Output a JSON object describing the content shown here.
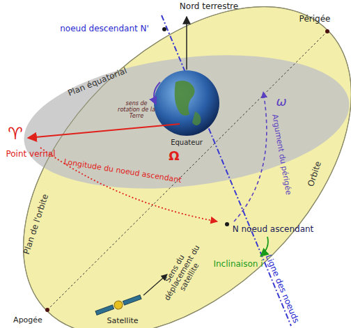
{
  "diagram": {
    "labels": [
      "Nord terrestre",
      "Périgée",
      "noeud descendant N'",
      "Plan équatorial",
      "sens de rotation de la Terre",
      "♈",
      "Point vernal",
      "Ω",
      "Longitude du noeud ascendant",
      "Equateur",
      "ω",
      "Argument du périgée",
      "Orbite",
      "N noeud ascendant",
      "Inclinaison i",
      "Ligne des noeuds",
      "Plan de l'orbite",
      "Sens du déplacement du satellite",
      "Apogée",
      "Satellite"
    ]
  }
}
